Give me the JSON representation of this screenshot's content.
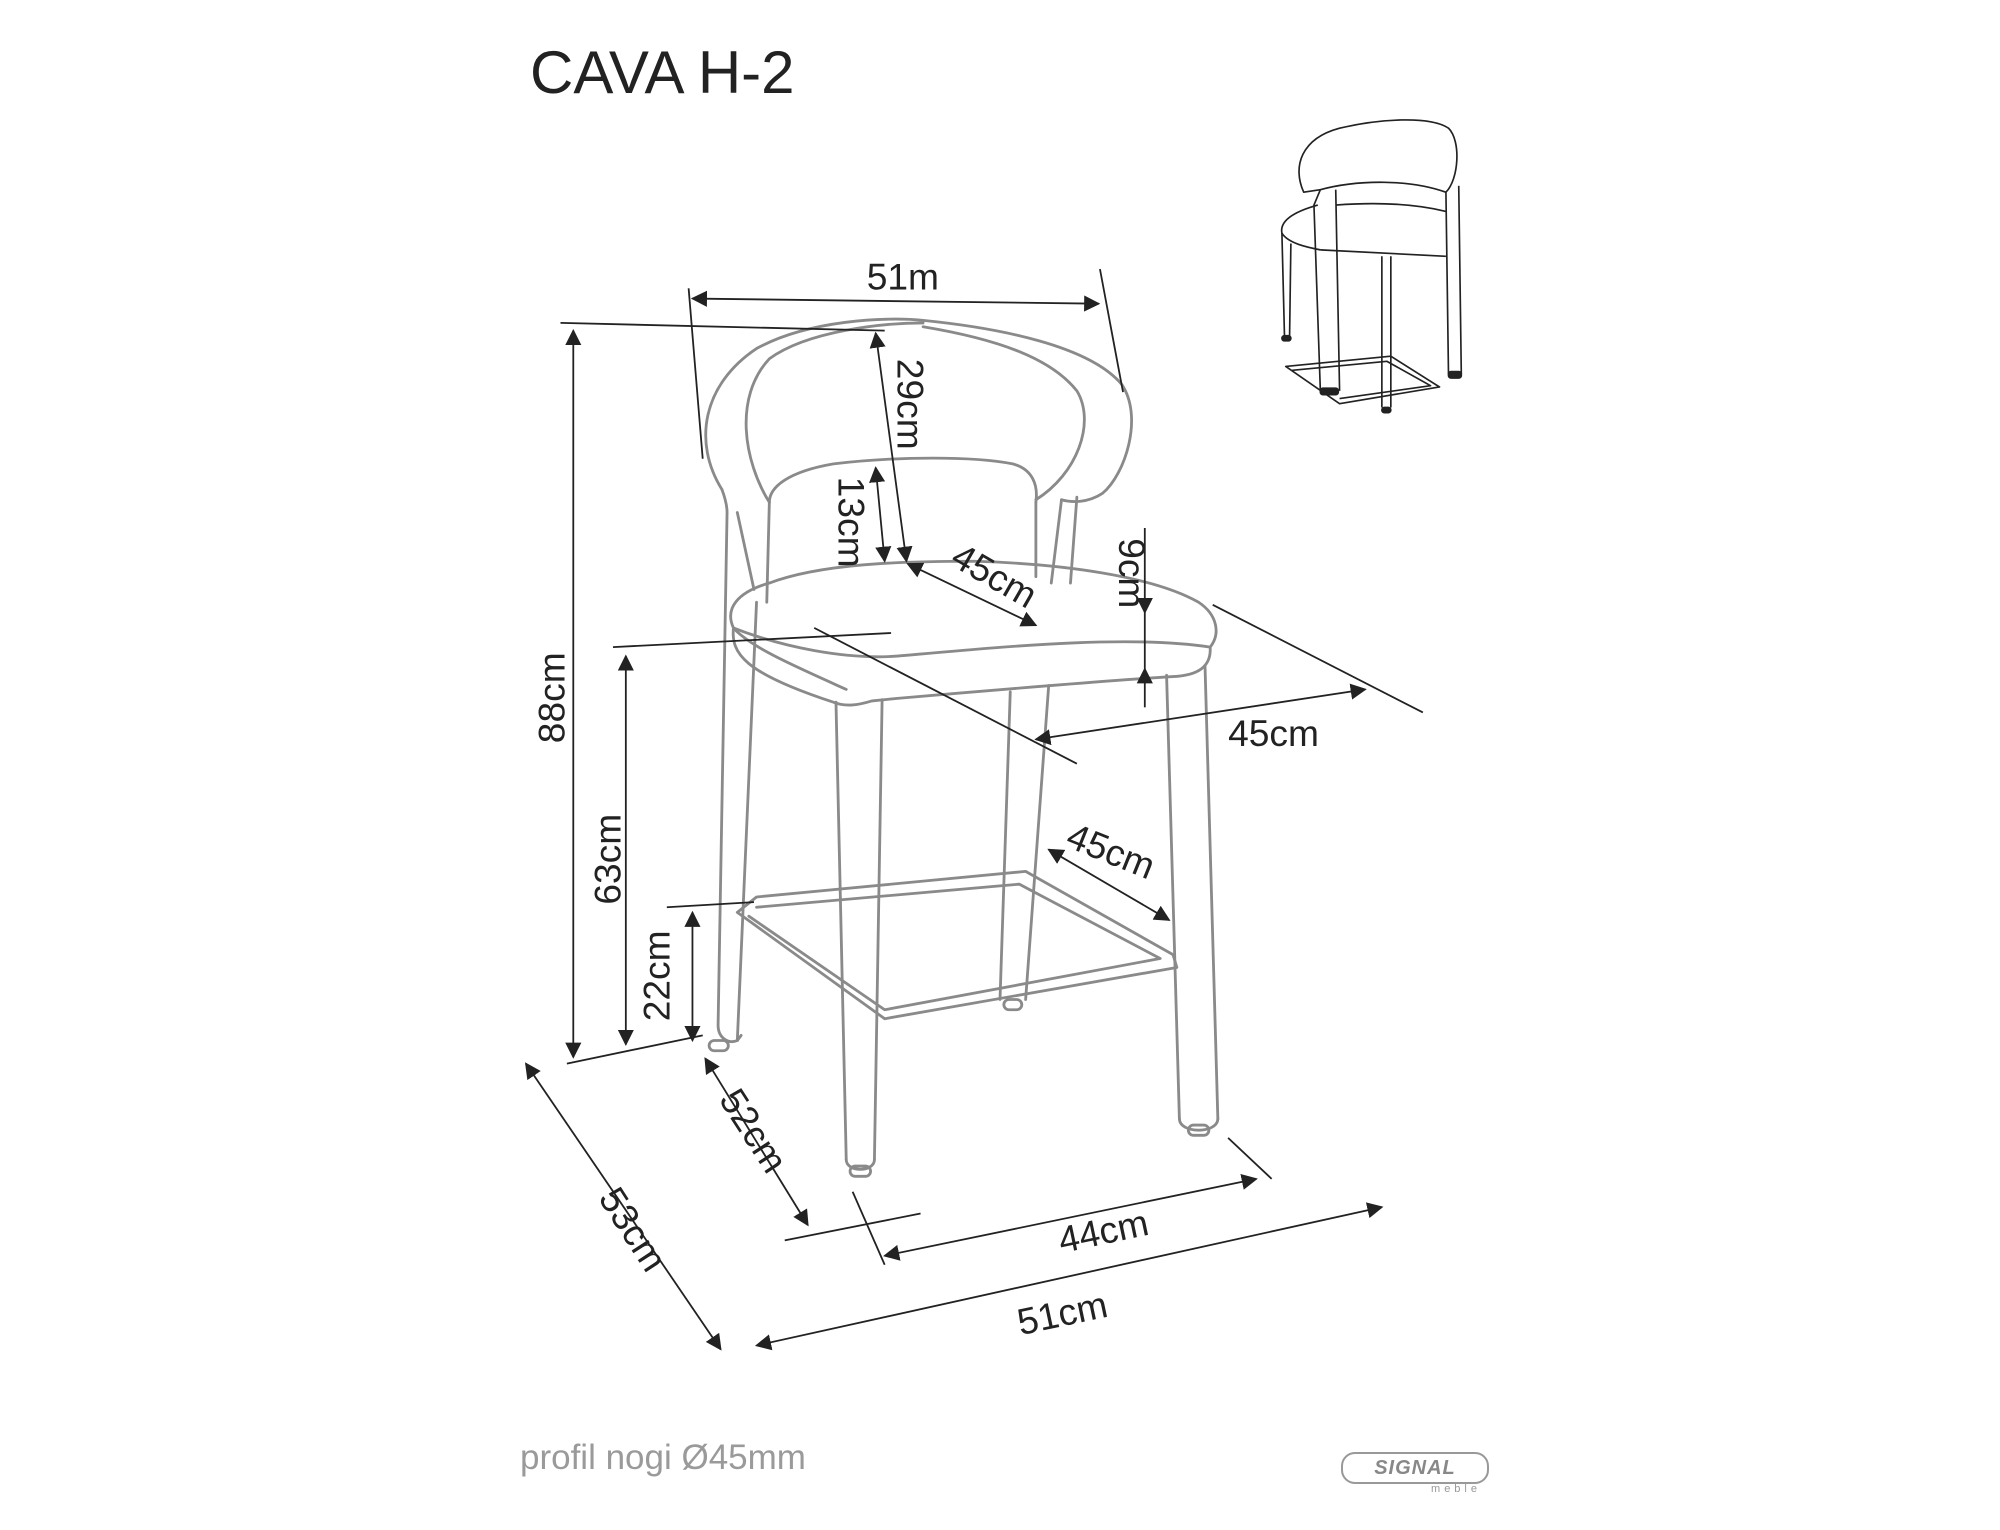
{
  "title": "CAVA H-2",
  "footnote": "profil nogi Ø45mm",
  "logo": {
    "brand": "SIGNAL",
    "sub": "meble"
  },
  "colors": {
    "outline": "#8a8a8a",
    "dimension": "#222222",
    "footnote": "#9a9a9a"
  },
  "dimensions": {
    "backrest_width": "51m",
    "backrest_height": "29cm",
    "back_lower_height": "13cm",
    "seat_depth": "45cm",
    "seat_thickness": "9cm",
    "seat_width": "45cm",
    "total_height": "88cm",
    "seat_height": "63cm",
    "footrest_height": "22cm",
    "footrest_width": "45cm",
    "base_depth_inner": "52cm",
    "base_depth_outer": "53cm",
    "base_width_inner": "44cm",
    "base_width_outer": "51cm"
  }
}
